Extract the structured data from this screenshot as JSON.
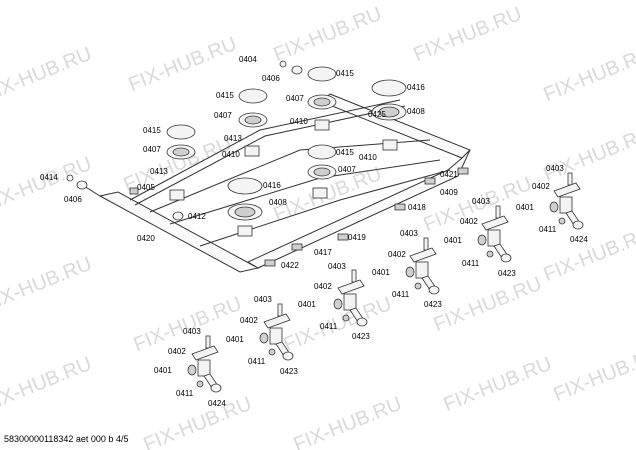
{
  "watermark": {
    "text": "FIX-HUB.RU"
  },
  "footer": {
    "document_code": "58300000118342 aet 000 b 4/5"
  },
  "callouts": {
    "upper_manifold": [
      "0404",
      "0406",
      "0415",
      "0416",
      "0415",
      "0407",
      "0408",
      "0415",
      "0407",
      "0410",
      "0425",
      "0413",
      "0410",
      "0415",
      "0407",
      "0410",
      "0407",
      "0416",
      "0405",
      "0414",
      "0406",
      "0413",
      "0408",
      "0412",
      "0420",
      "0421",
      "0409",
      "0418",
      "0419",
      "0417",
      "0422"
    ],
    "valve_group_1": [
      "0403",
      "0402",
      "0401",
      "0411",
      "0424"
    ],
    "valve_group_2": [
      "0403",
      "0402",
      "0401",
      "0411",
      "0423"
    ],
    "valve_group_3": [
      "0403",
      "0402",
      "0401",
      "0411",
      "0423"
    ],
    "valve_group_4": [
      "0403",
      "0402",
      "0401",
      "0411",
      "0423"
    ],
    "valve_group_5": [
      "0403",
      "0402",
      "0401",
      "0411",
      "0423"
    ],
    "valve_group_6": [
      "0403",
      "0402",
      "0401",
      "0411",
      "0424"
    ]
  }
}
